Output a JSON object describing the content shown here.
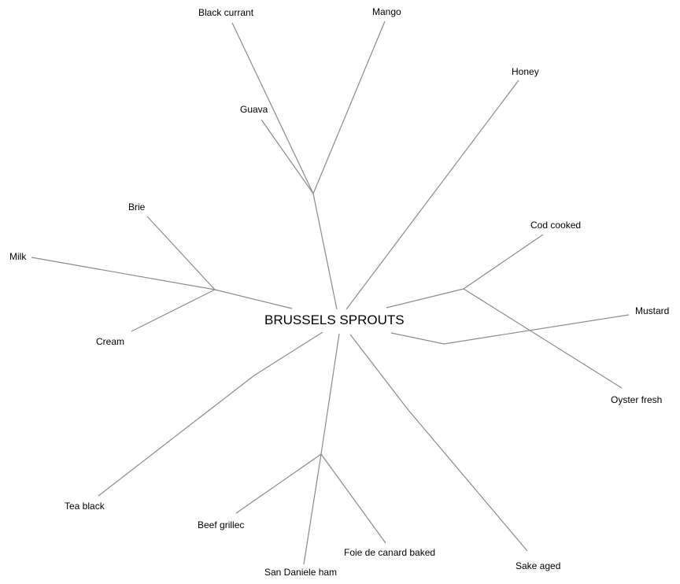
{
  "center": "BRUSSELS SPROUTS",
  "leaves": {
    "black_currant": "Black currant",
    "mango": "Mango",
    "guava": "Guava",
    "honey": "Honey",
    "brie": "Brie",
    "milk": "Milk",
    "cream": "Cream",
    "cod_cooked": "Cod cooked",
    "mustard": "Mustard",
    "oyster_fresh": "Oyster fresh",
    "tea_black": "Tea black",
    "beef_grilled": "Beef grillec",
    "san_daniele_ham": "San Daniele ham",
    "foie_de_canard": "Foie de canard baked",
    "sake_aged": "Sake aged"
  }
}
